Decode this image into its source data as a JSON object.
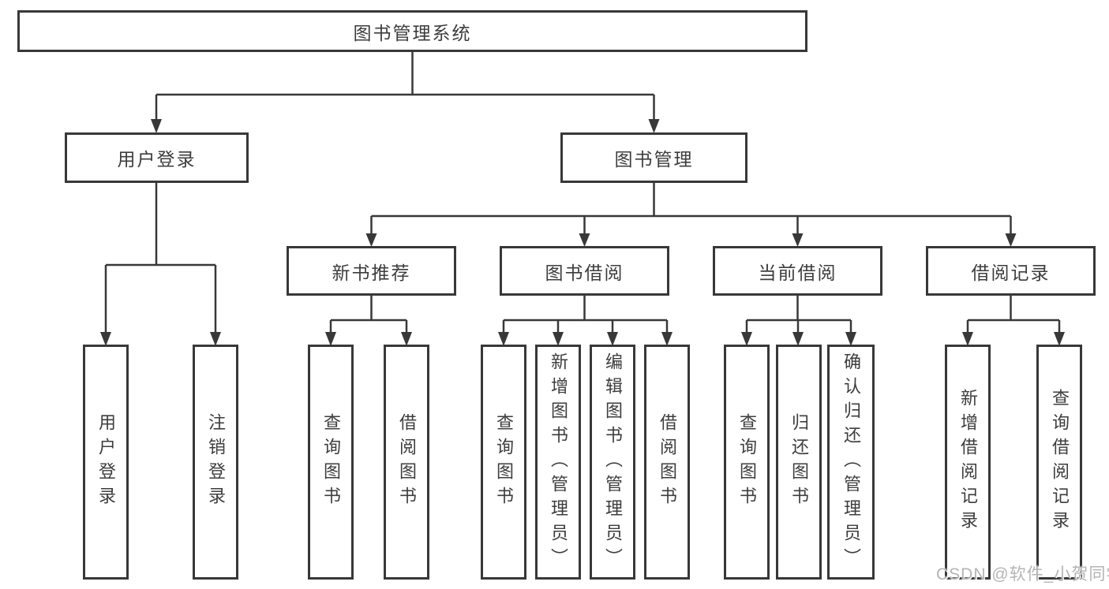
{
  "tree": {
    "root": "图书管理系统",
    "user_login": {
      "label": "用户登录",
      "children": [
        "用户登录",
        "注销登录"
      ]
    },
    "book_mgmt": {
      "label": "图书管理",
      "children": [
        {
          "label": "新书推荐",
          "children": [
            "查询图书",
            "借阅图书"
          ]
        },
        {
          "label": "图书借阅",
          "children": [
            "查询图书",
            "新增图书（管理员）",
            "编辑图书（管理员）",
            "借阅图书"
          ]
        },
        {
          "label": "当前借阅",
          "children": [
            "查询图书",
            "归还图书",
            "确认归还（管理员）"
          ]
        },
        {
          "label": "借阅记录",
          "children": [
            "新增借阅记录",
            "查询借阅记录"
          ]
        }
      ]
    }
  },
  "watermark": "CSDN @软件_小贺同学",
  "colors": {
    "line": "#383838",
    "text": "#3d3d3d",
    "box_background": "#ffffff",
    "watermark": "#b4b4b4",
    "background": "#ffffff"
  }
}
